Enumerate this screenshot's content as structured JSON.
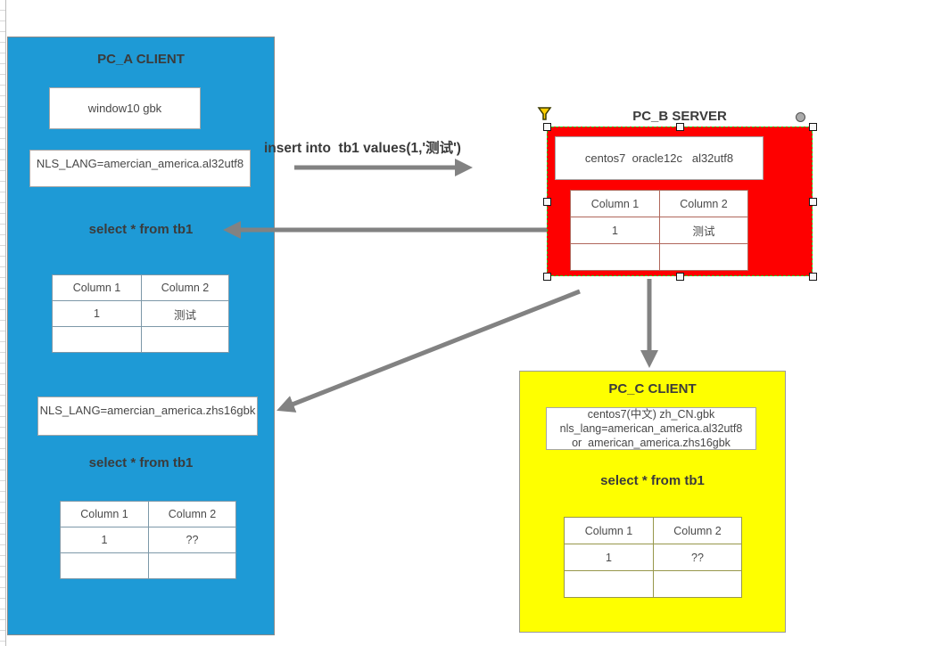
{
  "colors": {
    "pc_a_fill": "#1e9ad6",
    "pc_b_fill": "#fe0000",
    "pc_c_fill": "#feff00",
    "arrow": "#828282",
    "selection_border": "#21cd21",
    "text": "#3b3b3b"
  },
  "pc_a": {
    "title": "PC_A CLIENT",
    "os_label": "window10 gbk",
    "nls_utf8": "NLS_LANG=amercian_america.al32utf8",
    "select_1": "select * from tb1",
    "table_1": {
      "headers": [
        "Column 1",
        "Column 2"
      ],
      "rows": [
        [
          "1",
          "测试"
        ],
        [
          "",
          ""
        ]
      ]
    },
    "nls_gbk": "NLS_LANG=amercian_america.zhs16gbk",
    "select_2": "select * from tb1",
    "table_2": {
      "headers": [
        "Column 1",
        "Column 2"
      ],
      "rows": [
        [
          "1",
          "??"
        ],
        [
          "",
          ""
        ]
      ]
    }
  },
  "pc_b": {
    "title": "PC_B SERVER",
    "info": "centos7  oracle12c   al32utf8",
    "table": {
      "headers": [
        "Column 1",
        "Column 2"
      ],
      "rows": [
        [
          "1",
          "测试"
        ],
        [
          "",
          ""
        ]
      ]
    }
  },
  "pc_c": {
    "title": "PC_C CLIENT",
    "info_line_1": "centos7(中文) zh_CN.gbk",
    "info_line_2": "nls_lang=american_america.al32utf8",
    "info_line_3": "or  american_america.zhs16gbk",
    "select": "select * from tb1",
    "table": {
      "headers": [
        "Column 1",
        "Column 2"
      ],
      "rows": [
        [
          "1",
          "??"
        ],
        [
          "",
          ""
        ]
      ]
    }
  },
  "annotations": {
    "insert_label": "insert into  tb1 values(1,'测试')"
  }
}
